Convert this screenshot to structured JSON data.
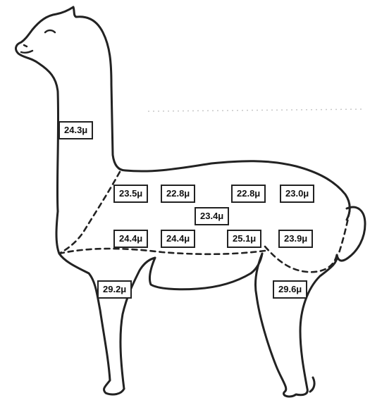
{
  "diagram": {
    "labels": {
      "neck": "24.3μ",
      "upper_front_left": "23.5μ",
      "upper_front_right": "22.8μ",
      "upper_rear_left": "22.8μ",
      "upper_rear_right": "23.0μ",
      "mid_body": "23.4μ",
      "lower_front_left": "24.4μ",
      "lower_front_right": "24.4μ",
      "lower_rear_left": "25.1μ",
      "lower_rear_right": "23.9μ",
      "front_leg": "29.2μ",
      "hind_leg": "29.6μ"
    },
    "colors": {
      "outline": "#222222",
      "label_border": "#222222",
      "background": "#ffffff"
    }
  }
}
